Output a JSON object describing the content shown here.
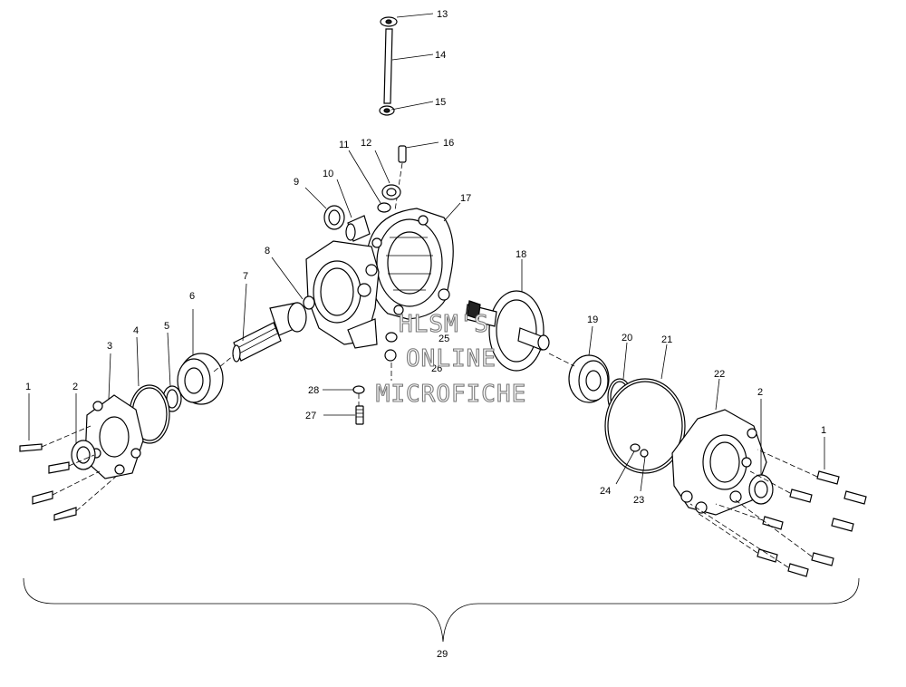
{
  "labels": [
    "1",
    "2",
    "3",
    "4",
    "5",
    "6",
    "7",
    "8",
    "9",
    "10",
    "11",
    "12",
    "13",
    "14",
    "15",
    "16",
    "17",
    "18",
    "19",
    "20",
    "21",
    "22",
    "23",
    "24",
    "25",
    "26",
    "27",
    "28",
    "29"
  ],
  "watermark": [
    "HLSM'S",
    "ONLINE",
    "MICROFICHE"
  ]
}
